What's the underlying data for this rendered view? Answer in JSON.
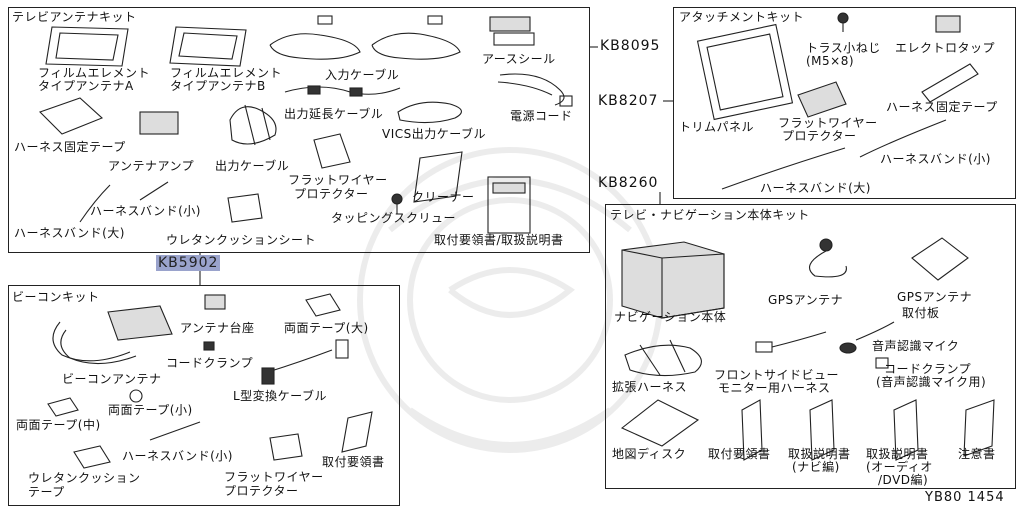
{
  "part_numbers": {
    "tv_kit": "KB8095",
    "attach_kit": "KB8207",
    "navi_kit": "KB8260",
    "beacon_kit": "KB5902"
  },
  "footer_code": "YB80 1454",
  "tv_kit": {
    "title": "テレビアンテナキット",
    "labels": {
      "film_a_1": "フィルムエレメント",
      "film_a_2": "タイプアンテナA",
      "film_b_1": "フィルムエレメント",
      "film_b_2": "タイプアンテナB",
      "input_cable": "入力ケーブル",
      "earth_seal": "アースシール",
      "output_ext_cable": "出力延長ケーブル",
      "power_cord": "電源コード",
      "vics_cable": "VICS出力ケーブル",
      "harness_tape": "ハーネス固定テープ",
      "antenna_amp": "アンテナアンプ",
      "output_cable": "出力ケーブル",
      "flat_wire_1": "フラットワイヤー",
      "flat_wire_2": "プロテクター",
      "cleaner": "クリーナー",
      "tapping_screw": "タッピングスクリュー",
      "harness_band_small": "ハーネスバンド(小)",
      "harness_band_large": "ハーネスバンド(大)",
      "urethane": "ウレタンクッションシート",
      "manual": "取付要領書/取扱説明書"
    }
  },
  "attach_kit": {
    "title": "アタッチメントキット",
    "labels": {
      "truss_screw_1": "トラス小ねじ",
      "truss_screw_2": "(M5×8)",
      "electro_tap": "エレクトロタップ",
      "harness_tape": "ハーネス固定テープ",
      "trim_panel": "トリムパネル",
      "flat_wire_1": "フラットワイヤー",
      "flat_wire_2": "プロテクター",
      "harness_band_small": "ハーネスバンド(小)",
      "harness_band_large": "ハーネスバンド(大)"
    }
  },
  "navi_kit": {
    "title": "テレビ・ナビゲーション本体キット",
    "labels": {
      "navi_unit": "ナビゲーション本体",
      "gps_antenna": "GPSアンテナ",
      "gps_plate_1": "GPSアンテナ",
      "gps_plate_2": "取付板",
      "voice_mic": "音声認識マイク",
      "ext_harness": "拡張ハーネス",
      "front_view_1": "フロントサイドビュー",
      "front_view_2": "モニター用ハーネス",
      "cord_clamp_1": "コードクランプ",
      "cord_clamp_2": "(音声認識マイク用)",
      "map_disc": "地図ディスク",
      "install_manual": "取付要領書",
      "user_manual_navi_1": "取扱説明書",
      "user_manual_navi_2": "(ナビ編)",
      "user_manual_av_1": "取扱説明書",
      "user_manual_av_2": "(オーディオ",
      "user_manual_av_3": "/DVD編)",
      "caution": "注意書"
    }
  },
  "beacon_kit": {
    "title": "ビーコンキット",
    "labels": {
      "antenna_base": "アンテナ台座",
      "double_tape_large": "両面テープ(大)",
      "cord_clamp": "コードクランプ",
      "beacon_antenna": "ビーコンアンテナ",
      "l_cable": "L型変換ケーブル",
      "double_tape_small": "両面テープ(小)",
      "double_tape_medium": "両面テープ(中)",
      "harness_band_small": "ハーネスバンド(小)",
      "urethane_1": "ウレタンクッション",
      "urethane_2": "テープ",
      "flat_wire_1": "フラットワイヤー",
      "flat_wire_2": "プロテクター",
      "install_manual": "取付要領書"
    }
  }
}
